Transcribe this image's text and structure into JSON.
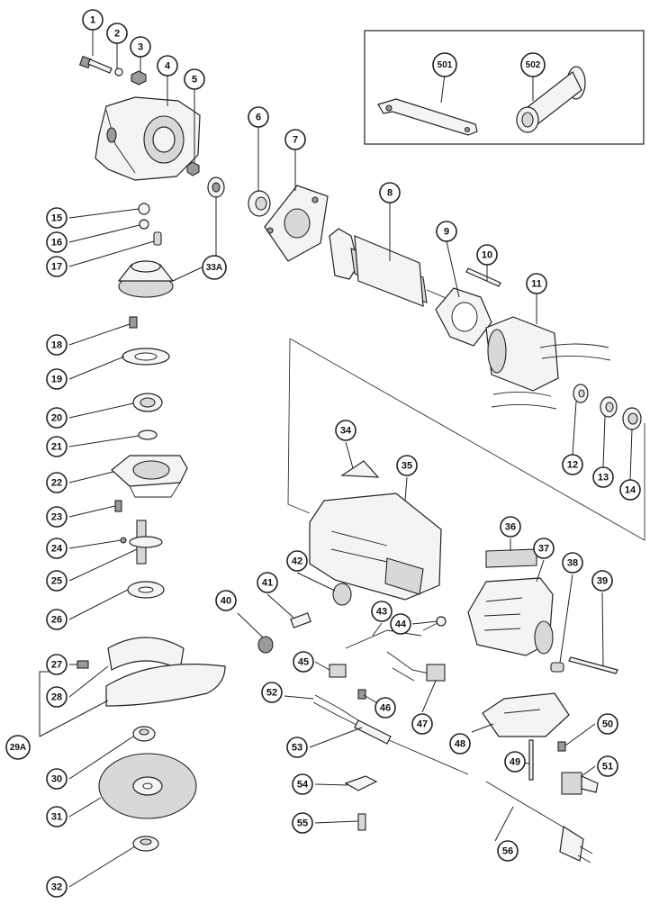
{
  "callouts": [
    {
      "id": "c1",
      "label": "1"
    },
    {
      "id": "c2",
      "label": "2"
    },
    {
      "id": "c3",
      "label": "3"
    },
    {
      "id": "c4",
      "label": "4"
    },
    {
      "id": "c5",
      "label": "5"
    },
    {
      "id": "c6",
      "label": "6"
    },
    {
      "id": "c7",
      "label": "7"
    },
    {
      "id": "c8",
      "label": "8"
    },
    {
      "id": "c9",
      "label": "9"
    },
    {
      "id": "c10",
      "label": "10"
    },
    {
      "id": "c11",
      "label": "11"
    },
    {
      "id": "c12",
      "label": "12"
    },
    {
      "id": "c13",
      "label": "13"
    },
    {
      "id": "c14",
      "label": "14"
    },
    {
      "id": "c15",
      "label": "15"
    },
    {
      "id": "c16",
      "label": "16"
    },
    {
      "id": "c17",
      "label": "17"
    },
    {
      "id": "c18",
      "label": "18"
    },
    {
      "id": "c19",
      "label": "19"
    },
    {
      "id": "c20",
      "label": "20"
    },
    {
      "id": "c21",
      "label": "21"
    },
    {
      "id": "c22",
      "label": "22"
    },
    {
      "id": "c23",
      "label": "23"
    },
    {
      "id": "c24",
      "label": "24"
    },
    {
      "id": "c25",
      "label": "25"
    },
    {
      "id": "c26",
      "label": "26"
    },
    {
      "id": "c27",
      "label": "27"
    },
    {
      "id": "c28",
      "label": "28"
    },
    {
      "id": "c29a",
      "label": "29A"
    },
    {
      "id": "c30",
      "label": "30"
    },
    {
      "id": "c31",
      "label": "31"
    },
    {
      "id": "c32",
      "label": "32"
    },
    {
      "id": "c33a",
      "label": "33A"
    },
    {
      "id": "c34",
      "label": "34"
    },
    {
      "id": "c35",
      "label": "35"
    },
    {
      "id": "c36",
      "label": "36"
    },
    {
      "id": "c37",
      "label": "37"
    },
    {
      "id": "c38",
      "label": "38"
    },
    {
      "id": "c39",
      "label": "39"
    },
    {
      "id": "c40",
      "label": "40"
    },
    {
      "id": "c41",
      "label": "41"
    },
    {
      "id": "c42",
      "label": "42"
    },
    {
      "id": "c43",
      "label": "43"
    },
    {
      "id": "c44",
      "label": "44"
    },
    {
      "id": "c45",
      "label": "45"
    },
    {
      "id": "c46",
      "label": "46"
    },
    {
      "id": "c47",
      "label": "47"
    },
    {
      "id": "c48",
      "label": "48"
    },
    {
      "id": "c49",
      "label": "49"
    },
    {
      "id": "c50",
      "label": "50"
    },
    {
      "id": "c51",
      "label": "51"
    },
    {
      "id": "c52",
      "label": "52"
    },
    {
      "id": "c53",
      "label": "53"
    },
    {
      "id": "c54",
      "label": "54"
    },
    {
      "id": "c55",
      "label": "55"
    },
    {
      "id": "c56",
      "label": "56"
    },
    {
      "id": "c501",
      "label": "501"
    },
    {
      "id": "c502",
      "label": "502"
    }
  ]
}
